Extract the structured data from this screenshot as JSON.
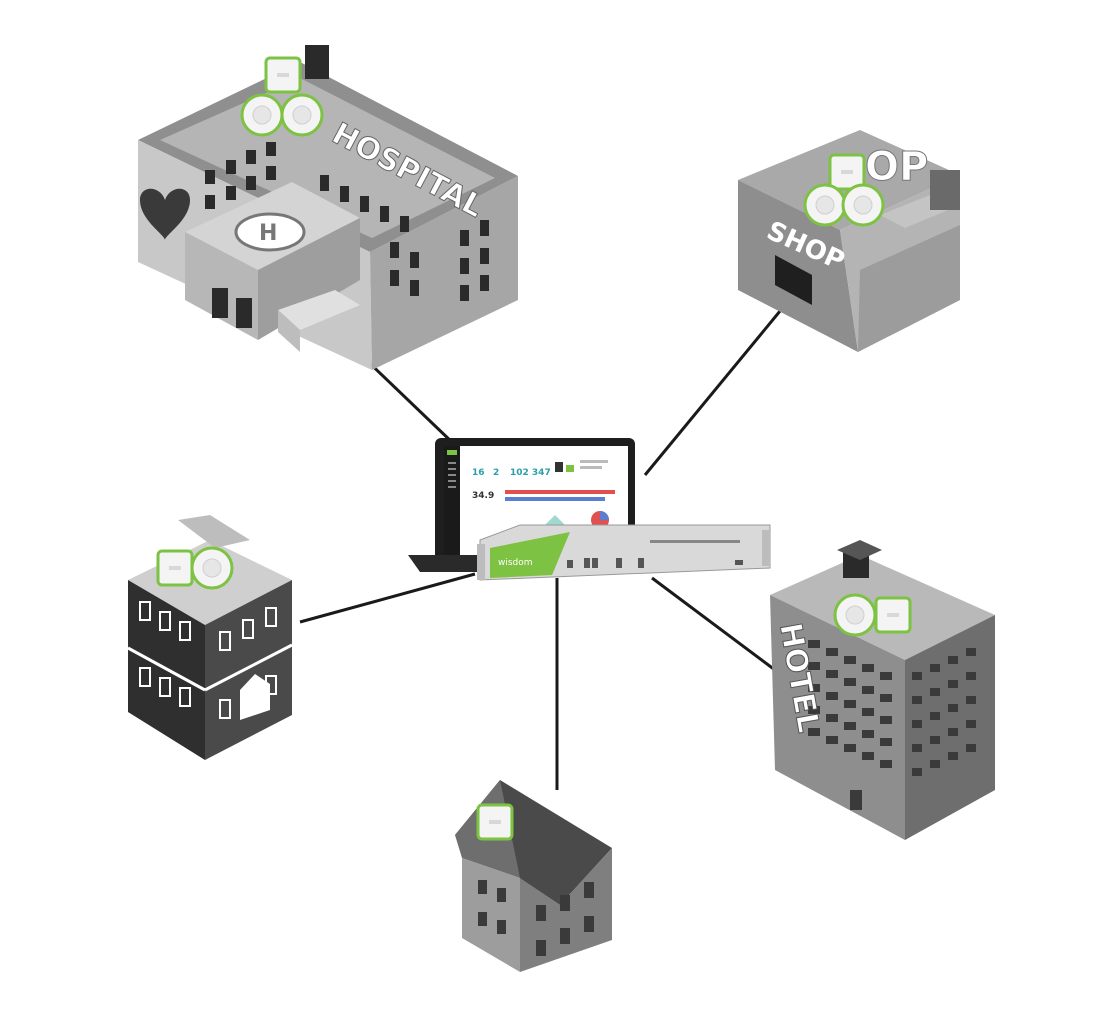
{
  "labels": {
    "hospital_sign": "HOSPITAL",
    "shop_sign": "SHOP",
    "shop_roof_sign": "OP",
    "hotel_sign": "HOTEL",
    "controller_brand": "wisdom"
  },
  "dashboard": {
    "stat_1": "16",
    "stat_2": "2",
    "stat_3": "102 347",
    "stat_4": "34.9"
  },
  "colors": {
    "accent": "#7dc242",
    "building_light": "#c9c9c9",
    "building_mid": "#9a9a9a",
    "building_dark": "#3a3a3a",
    "line": "#1a1a1a"
  }
}
